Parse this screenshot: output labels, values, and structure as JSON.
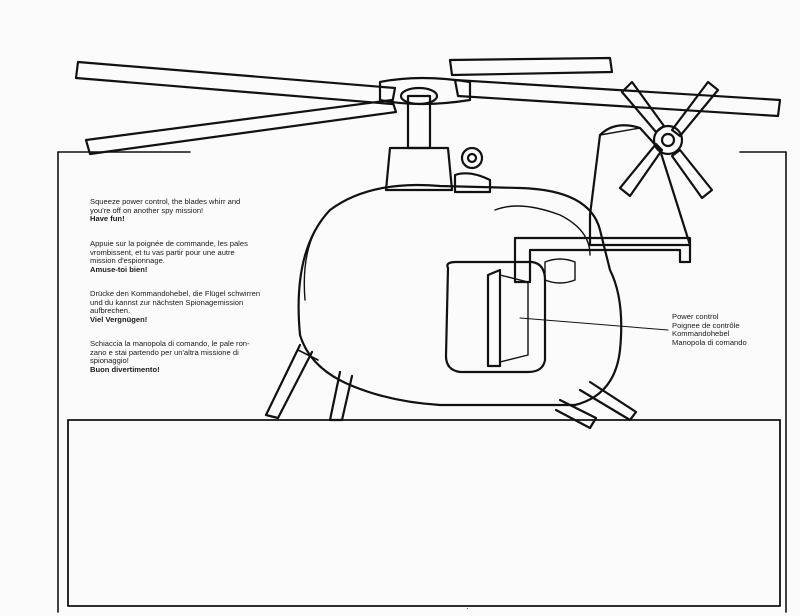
{
  "instructions": [
    {
      "lang": "en",
      "lines": [
        "Squeeze power control, the blades whirr and",
        "you're off on another spy mission!"
      ],
      "emphasis": "Have fun!"
    },
    {
      "lang": "fr",
      "lines": [
        "Appuie sur la poignée de commande, les pales",
        "vrombissent, et tu vas partir pour une autre",
        "mission d'espionnage."
      ],
      "emphasis": "Amuse-toi bien!"
    },
    {
      "lang": "de",
      "lines": [
        "Drücke den Kommandohebel, die Flügel schwirren",
        "und du kannst zur nächsten Spionagemission",
        "aufbrechen."
      ],
      "emphasis": "Viel Vergnügen!"
    },
    {
      "lang": "it",
      "lines": [
        "Schiaccia la manopola di comando, le pale ron-",
        "zano e stai partendo per un'altra missione di",
        "spionaggio!"
      ],
      "emphasis": "Buon divertimento!"
    }
  ],
  "callout": {
    "lines": [
      "Power control",
      "Poignee de contrôle",
      "Kommandohebel",
      "Manopola di comando"
    ]
  },
  "colors": {
    "ink": "#111111",
    "paper": "#fbfbfb"
  }
}
